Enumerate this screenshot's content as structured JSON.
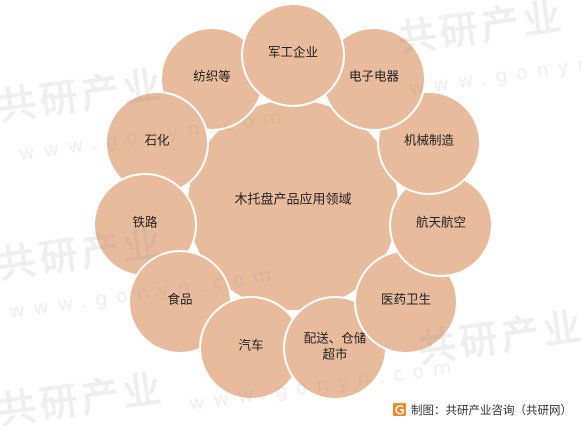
{
  "diagram": {
    "center_label": "木托盘产品应用领域",
    "petals": [
      {
        "label": "军工企业"
      },
      {
        "label": "电子电器"
      },
      {
        "label": "机械制造"
      },
      {
        "label": "航天航空"
      },
      {
        "label": "医药卫生"
      },
      {
        "lines": [
          "配送、仓储",
          "超市"
        ]
      },
      {
        "label": "汽车"
      },
      {
        "label": "食品"
      },
      {
        "label": "铁路"
      },
      {
        "label": "石化"
      },
      {
        "label": "纺织等"
      }
    ]
  },
  "footer": {
    "credit": "制图：共研产业咨询（共研网）",
    "logo_icon": "logo-icon"
  },
  "watermark": {
    "brand": "共研产业",
    "url": "www.gonyn.com"
  },
  "colors": {
    "petal_fill": "#E8BB9D",
    "outline": "#FFFFFF",
    "text": "#222222",
    "logo": "#EE8A2C"
  }
}
